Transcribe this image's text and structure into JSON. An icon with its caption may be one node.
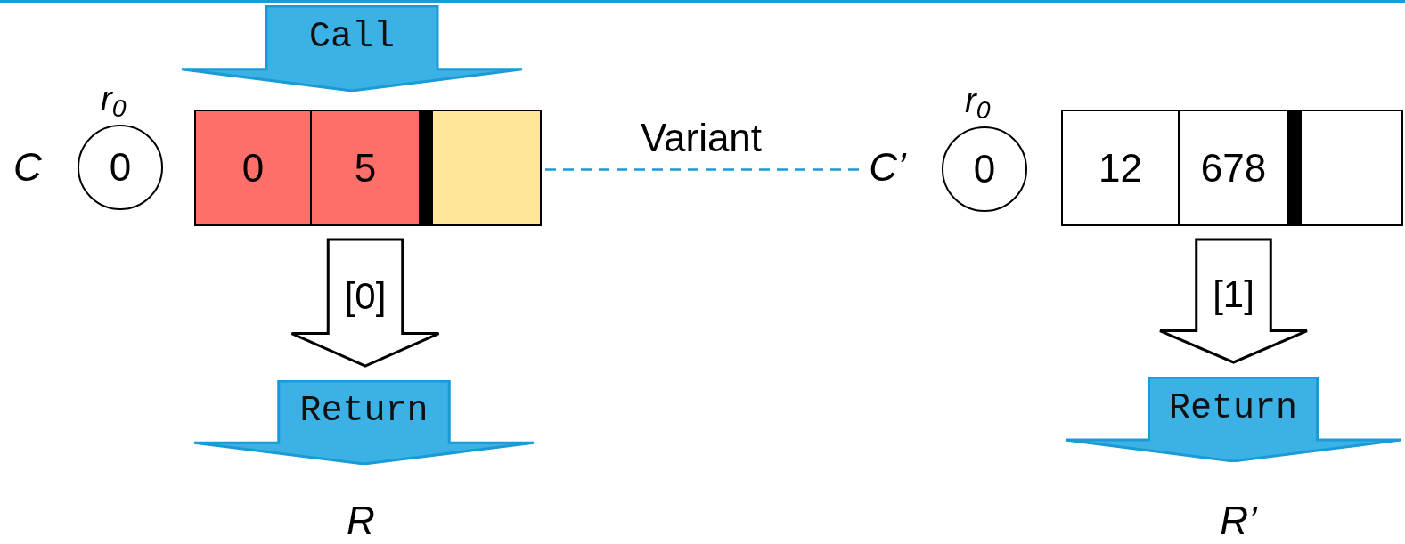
{
  "diagram": {
    "nodes": [
      {
        "text": [
          "Call"
        ]
      },
      {
        "text": [
          "C"
        ]
      },
      {
        "text": [
          "0"
        ],
        "beside": [
          "r$_{0}$"
        ]
      },
      {
        "text": [
          "0"
        ]
      },
      {
        "text": [
          "5"
        ]
      },
      {
        "text": [],
        "shape": "box"
      },
      {
        "text": [
          "Return"
        ]
      },
      {
        "text": [
          "R"
        ]
      },
      {
        "text": [
          "C’"
        ]
      },
      {
        "text": [
          "0"
        ],
        "beside": [
          "r$_{0}$"
        ]
      },
      {
        "text": [
          "12"
        ]
      },
      {
        "text": [
          "678"
        ]
      },
      {
        "text": [],
        "shape": "box"
      },
      {
        "text": [
          "Return"
        ]
      },
      {
        "text": [
          "R’"
        ]
      }
    ],
    "edges": [
      {
        "from": 5,
        "to": 8,
        "arrow": "none",
        "label": "Variant",
        "style": "dashed"
      },
      {
        "from": 4,
        "to": 6,
        "arrow": "to",
        "label": "[0]"
      },
      {
        "from": 11,
        "to": 13,
        "arrow": "to",
        "label": "[1]"
      }
    ]
  }
}
